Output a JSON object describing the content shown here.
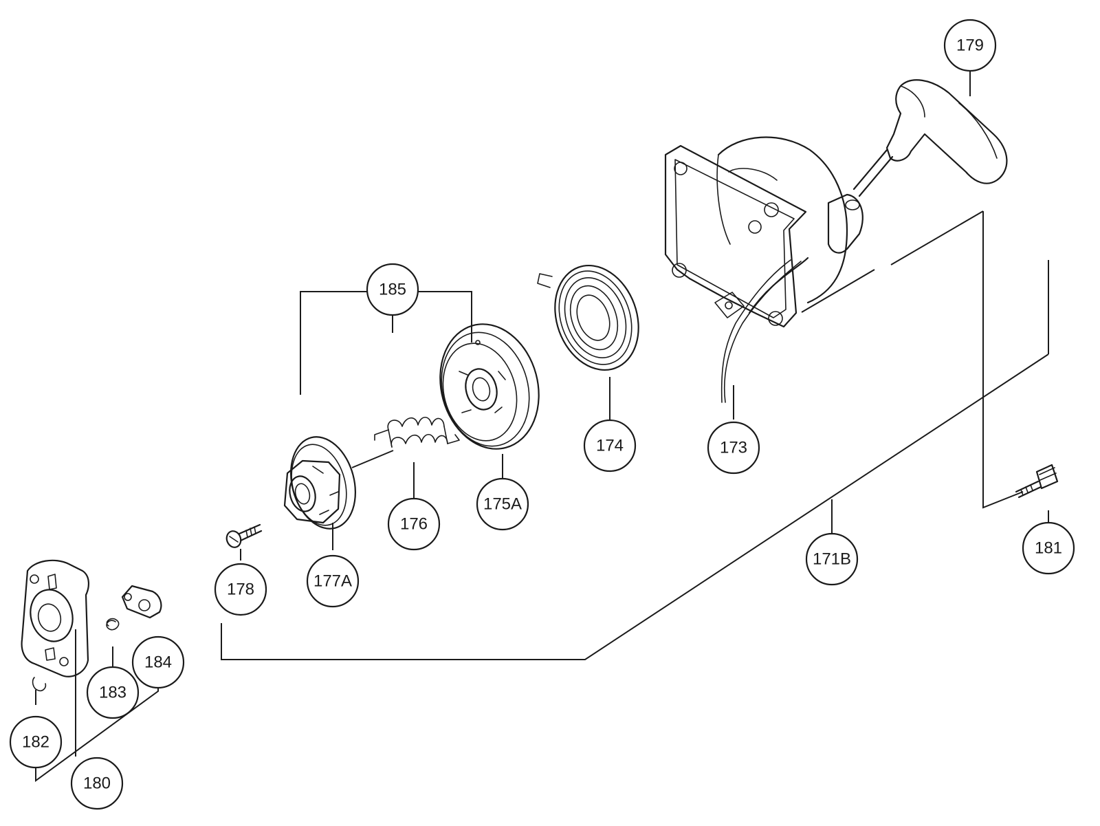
{
  "callouts": {
    "p171B": "171B",
    "p173": "173",
    "p174": "174",
    "p175A": "175A",
    "p176": "176",
    "p177A": "177A",
    "p178": "178",
    "p179": "179",
    "p180": "180",
    "p181": "181",
    "p182": "182",
    "p183": "183",
    "p184": "184",
    "p185": "185"
  }
}
